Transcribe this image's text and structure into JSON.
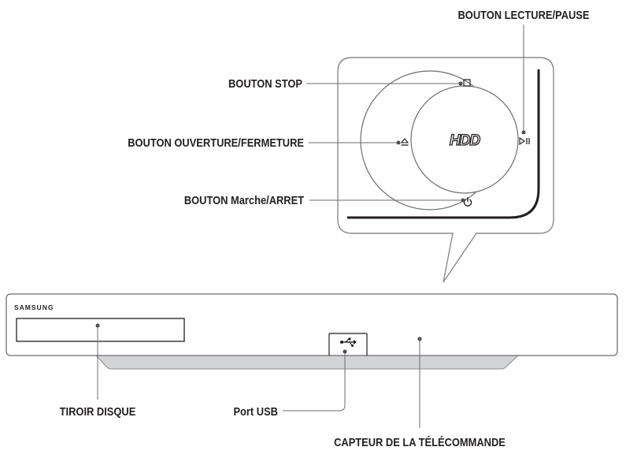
{
  "labels": {
    "play_pause": "BOUTON LECTURE/PAUSE",
    "stop": "BOUTON STOP",
    "open_close": "BOUTON OUVERTURE/FERMETURE",
    "power": "BOUTON Marche/ARRET",
    "disc_tray": "TIROIR DISQUE",
    "usb_port": "Port USB",
    "remote_sensor": "CAPTEUR DE LA TÉLÉCOMMANDE"
  },
  "device": {
    "brand": "SAMSUNG",
    "disc_logo": "HDD"
  },
  "icons": {
    "stop": "stop-square-icon",
    "eject": "eject-icon",
    "play_pause": "play-pause-icon",
    "power": "power-icon",
    "usb": "usb-icon"
  }
}
